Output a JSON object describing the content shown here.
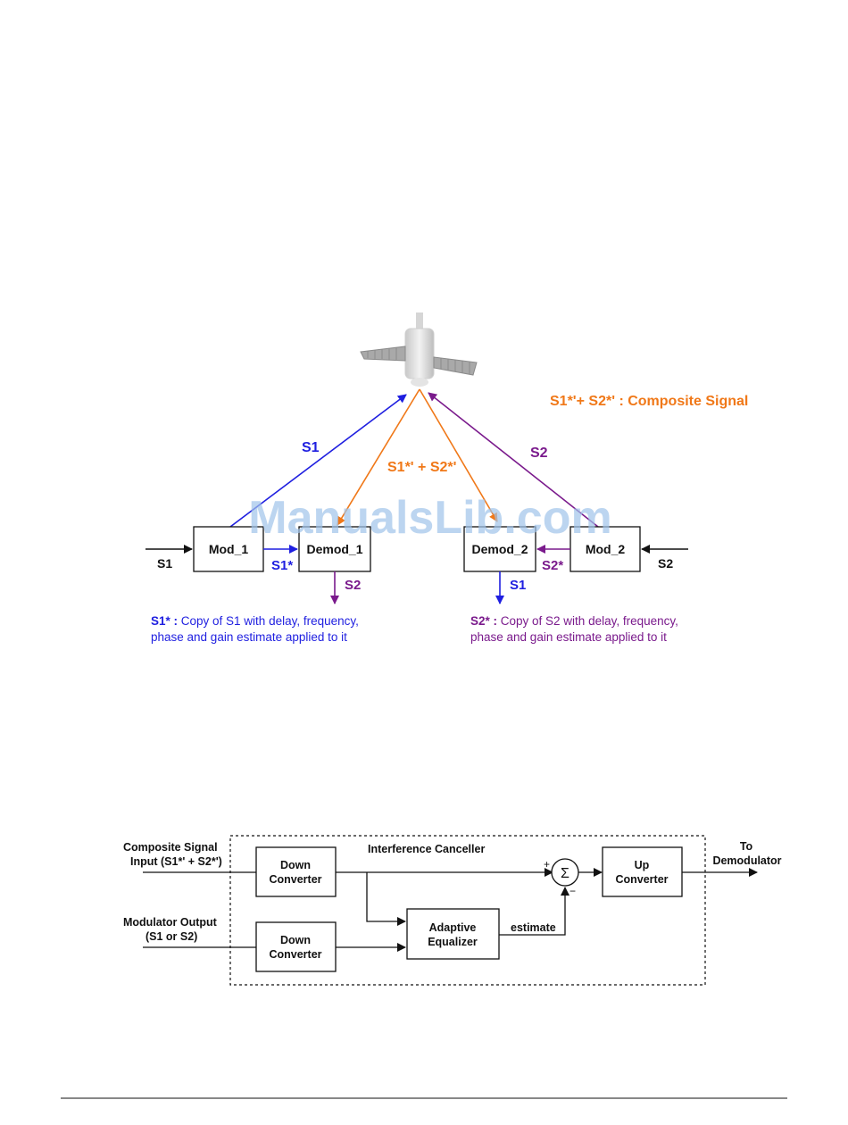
{
  "colors": {
    "s1": "#1f1fe0",
    "s2": "#7a1a8c",
    "composite": "#f07818",
    "black": "#111111",
    "watermark": "#9fc3ea"
  },
  "figure1": {
    "legend": "S1*'+ S2*' : Composite Signal",
    "boxes": {
      "mod1": "Mod_1",
      "demod1": "Demod_1",
      "demod2": "Demod_2",
      "mod2": "Mod_2"
    },
    "labels": {
      "s1_uplink": "S1",
      "s2_uplink": "S2",
      "composite_down": "S1*' + S2*'",
      "s1_in": "S1",
      "s2_in": "S2",
      "s1_star": "S1*",
      "s2_star": "S2*",
      "demod1_out": "S2",
      "demod2_out": "S1"
    },
    "note_s1_lead": "S1* :",
    "note_s1_line1": " Copy of S1 with delay, frequency,",
    "note_s1_line2": "phase and gain estimate applied to it",
    "note_s2_lead": "S2* :",
    "note_s2_line1": " Copy of S2 with delay, frequency,",
    "note_s2_line2": "phase and gain estimate applied to it"
  },
  "watermark": "ManualsLib.com",
  "figure2": {
    "container_label": "Interference Canceller",
    "input1_line1": "Composite Signal",
    "input1_line2": "Input (S1*' + S2*')",
    "input2_line1": "Modulator Output",
    "input2_line2": "(S1 or S2)",
    "down1_line1": "Down",
    "down1_line2": "Converter",
    "down2_line1": "Down",
    "down2_line2": "Converter",
    "eq_line1": "Adaptive",
    "eq_line2": "Equalizer",
    "estimate": "estimate",
    "sum_symbol": "Σ",
    "plus": "+",
    "minus": "−",
    "up_line1": "Up",
    "up_line2": "Converter",
    "output_line1": "To",
    "output_line2": "Demodulator"
  }
}
